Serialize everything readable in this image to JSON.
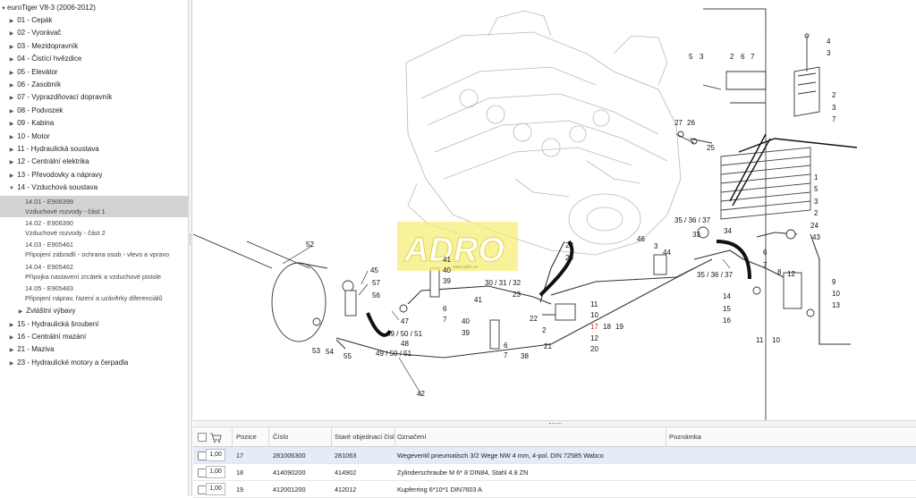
{
  "tree": {
    "root": "euroTiger V8-3 (2006-2012)",
    "items": [
      {
        "label": "01 - Cepák",
        "expanded": false
      },
      {
        "label": "02 - Vyorávač",
        "expanded": false
      },
      {
        "label": "03 - Mezidopravník",
        "expanded": false
      },
      {
        "label": "04 - Čistící hvězdice",
        "expanded": false
      },
      {
        "label": "05 - Elevátor",
        "expanded": false
      },
      {
        "label": "06 - Zasobník",
        "expanded": false
      },
      {
        "label": "07 - Vyprazdňovací dopravník",
        "expanded": false
      },
      {
        "label": "08 - Podvozek",
        "expanded": false
      },
      {
        "label": "09 - Kabina",
        "expanded": false
      },
      {
        "label": "10 - Motor",
        "expanded": false
      },
      {
        "label": "11 - Hydraulická soustava",
        "expanded": false
      },
      {
        "label": "12 - Centrální elektrika",
        "expanded": false
      },
      {
        "label": "13 - Převodovky a nápravy",
        "expanded": false
      },
      {
        "label": "14 - Vzduchová soustava",
        "expanded": true
      }
    ],
    "subitems": [
      {
        "line1": "14.01 - E906399",
        "line2": "Vzduchové rozvody - část 1",
        "selected": true
      },
      {
        "line1": "14.02 - E906390",
        "line2": "Vzduchové rozvody - část 2",
        "selected": false
      },
      {
        "line1": "14.03 - E905461",
        "line2": "Připojení zábradlí - ochrana osob - vlevo a vpravo",
        "selected": false
      },
      {
        "line1": "14.04 - E905462",
        "line2": "Přípojka nastavení zrcátek a vzduchové pistole",
        "selected": false
      },
      {
        "line1": "14.05 - E905483",
        "line2": "Připojení náprav, řazení a uzávěrky diferenciálů",
        "selected": false
      }
    ],
    "special": "Zvláštní výbavy",
    "items_after": [
      {
        "label": "15 - Hydraulická šroubení"
      },
      {
        "label": "16 - Centrální mazání"
      },
      {
        "label": "21 - Maziva"
      },
      {
        "label": "23 - Hydraulické motory a čerpadla"
      }
    ]
  },
  "watermark": {
    "text": "ADRO",
    "sub": "www.adro.cz",
    "color": "#f2e600"
  },
  "diagram_labels": {
    "l1": "1",
    "l2": "2",
    "l3": "3",
    "l4": "4",
    "l5": "5",
    "l6": "6",
    "l7": "7",
    "l8": "8",
    "l9": "9",
    "l10": "10",
    "l11": "11",
    "l12": "12",
    "l13": "13",
    "l14": "14",
    "l15": "15",
    "l16": "16",
    "l17": "17",
    "l18": "18",
    "l19": "19",
    "l20": "20",
    "l21": "21",
    "l22": "22",
    "l23": "23",
    "l24": "24",
    "l25": "25",
    "l26": "26",
    "l27": "27",
    "l28": "28",
    "l29": "29",
    "l303132": "30 / 31 / 32",
    "l33": "33",
    "l34": "34",
    "l353637": "35 / 36 / 37",
    "l38": "38",
    "l39": "39",
    "l40": "40",
    "l41": "41",
    "l42": "42",
    "l43": "43",
    "l44": "44",
    "l45": "45",
    "l46": "46",
    "l47": "47",
    "l48": "48",
    "l495051": "49 / 50 / 51",
    "l52": "52",
    "l53": "53",
    "l54": "54",
    "l55": "55",
    "l56": "56",
    "l57": "57"
  },
  "grid": {
    "headers": {
      "pos": "Pozice",
      "cislo": "Číslo",
      "stare": "Staré objednací čísl",
      "oznaceni": "Označení",
      "poznamka": "Poznámka"
    },
    "rows": [
      {
        "qty": "1,00",
        "pos": "17",
        "cislo": "281006300",
        "stare": "281063",
        "oznaceni": "Wegeventil pneumatisch 3/2 Wege NW 4 mm, 4-pol. DIN 72585 Wabco",
        "poznamka": ""
      },
      {
        "qty": "1,00",
        "pos": "18",
        "cislo": "414090200",
        "stare": "414902",
        "oznaceni": "Zylinderschraube   M 6* 8 DIN84, Stahl 4.8 ZN",
        "poznamka": ""
      },
      {
        "qty": "1,00",
        "pos": "19",
        "cislo": "412001200",
        "stare": "412012",
        "oznaceni": "Kupferring   6*10*1 DIN7603 A",
        "poznamka": ""
      }
    ]
  },
  "colors": {
    "selected_tree": "#d3d3d3",
    "selected_row": "#e4ecf7",
    "highlight_label": "#c0302a"
  }
}
